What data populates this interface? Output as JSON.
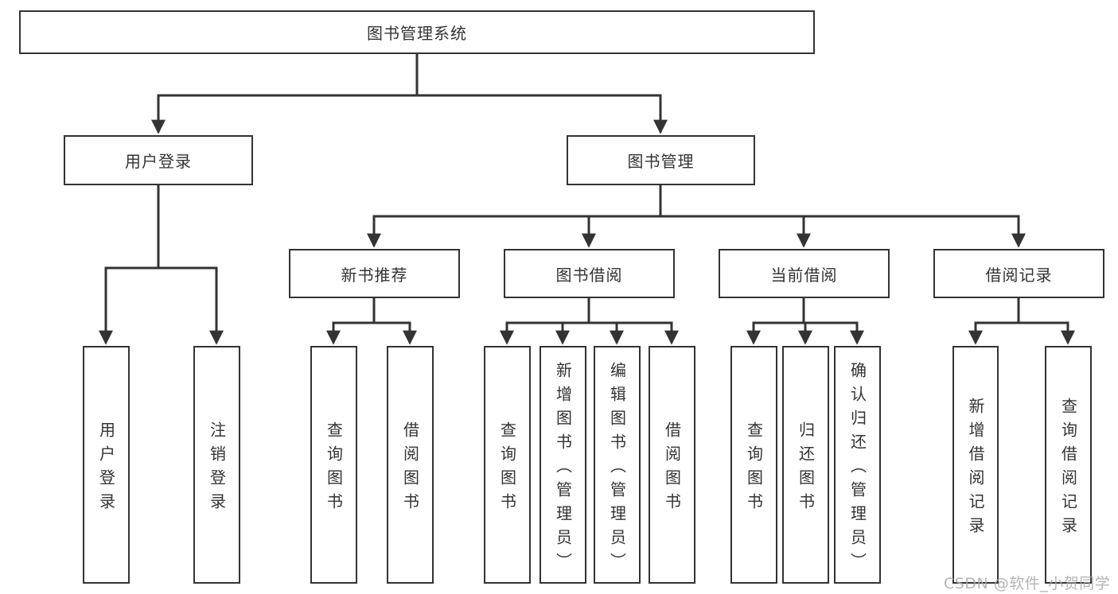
{
  "diagram": {
    "root": {
      "label": "图书管理系统"
    },
    "level2": [
      {
        "label": "用户登录"
      },
      {
        "label": "图书管理"
      }
    ],
    "level3": [
      {
        "label": "新书推荐"
      },
      {
        "label": "图书借阅"
      },
      {
        "label": "当前借阅"
      },
      {
        "label": "借阅记录"
      }
    ],
    "leaves_user": [
      "用户登录",
      "注销登录"
    ],
    "leaves_recommend": [
      "查询图书",
      "借阅图书"
    ],
    "leaves_borrow": [
      "查询图书",
      "新增图书（管理员）",
      "编辑图书（管理员）",
      "借阅图书"
    ],
    "leaves_current": [
      "查询图书",
      "归还图书",
      "确认归还（管理员）"
    ],
    "leaves_records": [
      "新增借阅记录",
      "查询借阅记录"
    ],
    "colors": {
      "line": "#333333",
      "text": "#333333",
      "background": "#ffffff",
      "watermark": "#a8a8a8"
    }
  },
  "watermark": {
    "text": "CSDN @软件_小贺同学"
  }
}
